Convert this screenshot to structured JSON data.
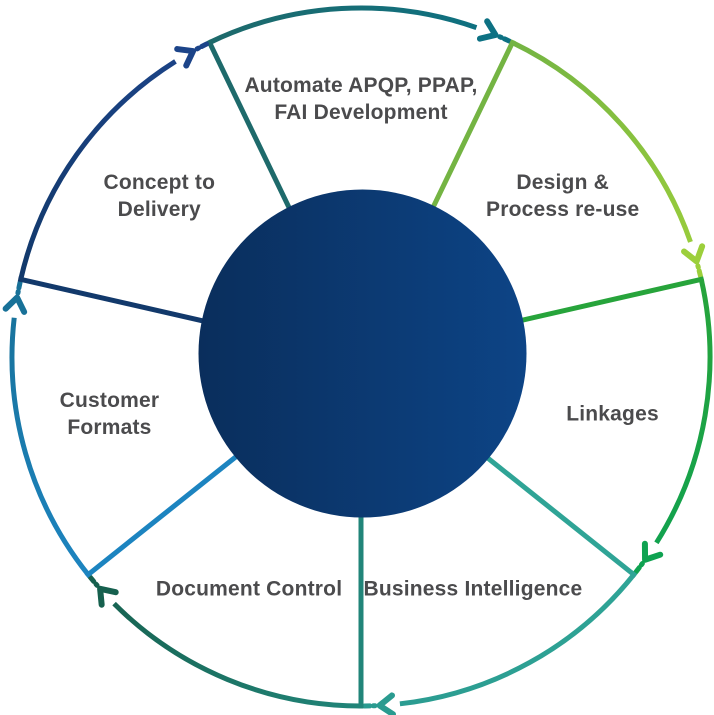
{
  "diagram": {
    "type": "circular-process-cycle",
    "direction": "clockwise",
    "segment_count": 7,
    "background_color": "#FFFFFF",
    "text_color": "#4B4B4D",
    "center_circle": {
      "gradient_left": "#0A2E5C",
      "gradient_right": "#0D4486"
    },
    "segments": [
      {
        "id": "automate-apqp-ppap-fai",
        "label": "Automate APQP, PPAP,\nFAI Development",
        "start_bearing": 334.2857,
        "end_bearing": 385.7143,
        "color_start": "#1E6A6B",
        "color_end": "#0D7183"
      },
      {
        "id": "design-process-reuse",
        "label": "Design &\nProcess re-use",
        "start_bearing": 25.7143,
        "end_bearing": 77.1429,
        "color_start": "#74B443",
        "color_end": "#9CCF3B"
      },
      {
        "id": "linkages",
        "label": "Linkages",
        "start_bearing": 77.1429,
        "end_bearing": 128.5714,
        "color_start": "#27A43B",
        "color_end": "#0FA251"
      },
      {
        "id": "business-intelligence",
        "label": "Business Intelligence",
        "start_bearing": 128.5714,
        "end_bearing": 180.0,
        "color_start": "#2FA496",
        "color_end": "#2A9B90"
      },
      {
        "id": "document-control",
        "label": "Document Control",
        "start_bearing": 180.0,
        "end_bearing": 231.4286,
        "color_start": "#218579",
        "color_end": "#16604E"
      },
      {
        "id": "customer-formats",
        "label": "Customer\nFormats",
        "start_bearing": 231.4286,
        "end_bearing": 282.8571,
        "color_start": "#1C84C0",
        "color_end": "#187198"
      },
      {
        "id": "concept-to-delivery",
        "label": "Concept to\nDelivery",
        "start_bearing": 282.8571,
        "end_bearing": 334.2857,
        "color_start": "#12396B",
        "color_end": "#1C4489"
      }
    ]
  }
}
